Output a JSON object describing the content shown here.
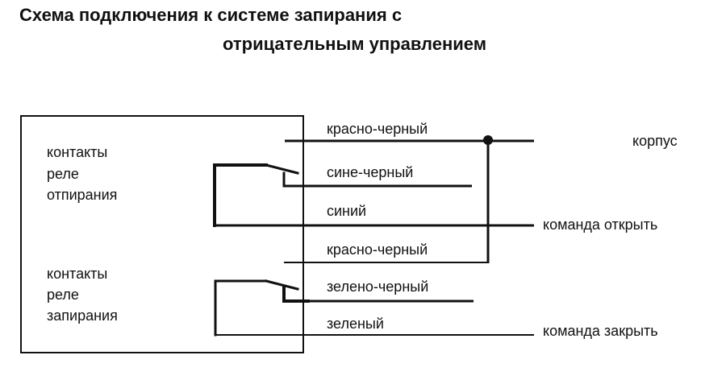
{
  "title": {
    "line1": "Схема подключения к системе запирания с",
    "line2": "отрицательным управлением"
  },
  "relay_unlock": {
    "line1": "контакты",
    "line2": "реле",
    "line3": "отпирания"
  },
  "relay_lock": {
    "line1": "контакты",
    "line2": "реле",
    "line3": "запирания"
  },
  "wires": {
    "red_black_1": "красно-черный",
    "blue_black": "сине-черный",
    "blue": "синий",
    "red_black_2": "красно-черный",
    "green_black": "зелено-черный",
    "green": "зеленый"
  },
  "outputs": {
    "ground": "корпус",
    "open_command": "команда открыть",
    "close_command": "команда закрыть"
  },
  "colors": {
    "line": "#111111",
    "background": "#ffffff"
  }
}
